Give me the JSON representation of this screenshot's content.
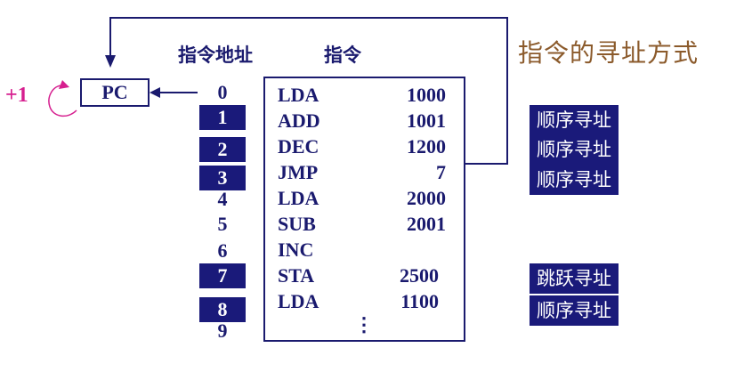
{
  "title": "指令的寻址方式",
  "headers": {
    "address": "指令地址",
    "instruction": "指令"
  },
  "pc": {
    "label": "PC",
    "increment": "+1"
  },
  "memory": [
    {
      "addr": "0",
      "op": "LDA",
      "arg": "1000",
      "highlight": false
    },
    {
      "addr": "1",
      "op": "ADD",
      "arg": "1001",
      "highlight": true
    },
    {
      "addr": "2",
      "op": "DEC",
      "arg": "1200",
      "highlight": true
    },
    {
      "addr": "3",
      "op": "JMP",
      "arg": "7",
      "highlight": true
    },
    {
      "addr": "4",
      "op": "LDA",
      "arg": "2000",
      "highlight": false
    },
    {
      "addr": "5",
      "op": "SUB",
      "arg": "2001",
      "highlight": false
    },
    {
      "addr": "6",
      "op": "INC",
      "arg": "",
      "highlight": false
    },
    {
      "addr": "7",
      "op": "STA",
      "arg": "2500",
      "highlight": true
    },
    {
      "addr": "8",
      "op": "LDA",
      "arg": "1100",
      "highlight": true
    },
    {
      "addr": "9",
      "op": "",
      "arg": "",
      "highlight": false
    }
  ],
  "ellipsis": "⋮",
  "modes": [
    {
      "label": "顺序寻址"
    },
    {
      "label": "顺序寻址"
    },
    {
      "label": "顺序寻址"
    },
    {
      "label": "跳跃寻址"
    },
    {
      "label": "顺序寻址"
    }
  ],
  "colors": {
    "navy": "#1a1a7a",
    "title": "#8b5a2b",
    "increment": "#d61f8f"
  }
}
